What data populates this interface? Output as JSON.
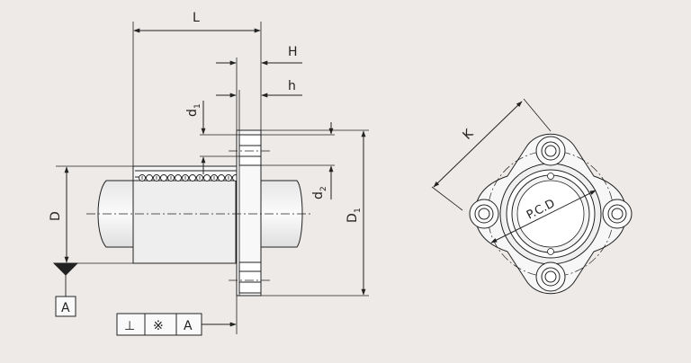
{
  "dimensions": {
    "L": "L",
    "H": "H",
    "h": "h",
    "d1_main": "d",
    "d1_sub": "1",
    "d2_main": "d",
    "d2_sub": "2",
    "D": "D",
    "D1_main": "D",
    "D1_sub": "1",
    "K": "K",
    "PCD": "P.C.D"
  },
  "datum": {
    "label": "A"
  },
  "tolerance_frame": {
    "symbol_perpendicular": "⊥",
    "symbol_value": "※",
    "datum_ref": "A"
  },
  "colors": {
    "background": "#edeae7",
    "line": "#222222",
    "part_fill": "#f4f4f4",
    "shade": "#dcdcdc"
  }
}
